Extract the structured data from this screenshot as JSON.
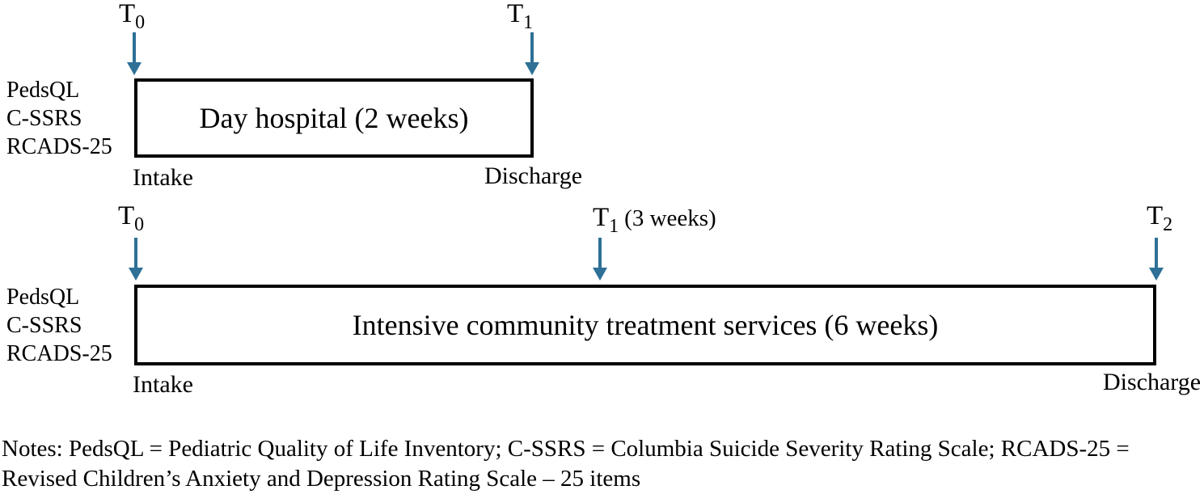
{
  "colors": {
    "arrow": "#2e7096",
    "box_border": "#000000",
    "text": "#000000",
    "background": "#ffffff"
  },
  "rows": [
    {
      "name": "day-hospital",
      "measures": [
        "PedsQL",
        "C-SSRS",
        "RCADS-25"
      ],
      "box_label": "Day hospital (2 weeks)",
      "start_label": "Intake",
      "end_label": "Discharge",
      "timepoints": [
        {
          "label": "T",
          "sub": "0",
          "suffix": ""
        },
        {
          "label": "T",
          "sub": "1",
          "suffix": ""
        }
      ]
    },
    {
      "name": "intensive-community-treatment",
      "measures": [
        "PedsQL",
        "C-SSRS",
        "RCADS-25"
      ],
      "box_label": "Intensive community treatment services (6 weeks)",
      "start_label": "Intake",
      "end_label": "Discharge",
      "timepoints": [
        {
          "label": "T",
          "sub": "0",
          "suffix": ""
        },
        {
          "label": "T",
          "sub": "1",
          "suffix": "(3 weeks)"
        },
        {
          "label": "T",
          "sub": "2",
          "suffix": ""
        }
      ]
    }
  ],
  "notes": {
    "lines": [
      "Notes: PedsQL = Pediatric Quality of Life Inventory; C-SSRS = Columbia Suicide Severity Rating Scale; RCADS-25 =",
      "Revised Children’s Anxiety and Depression Rating Scale – 25 items"
    ]
  }
}
